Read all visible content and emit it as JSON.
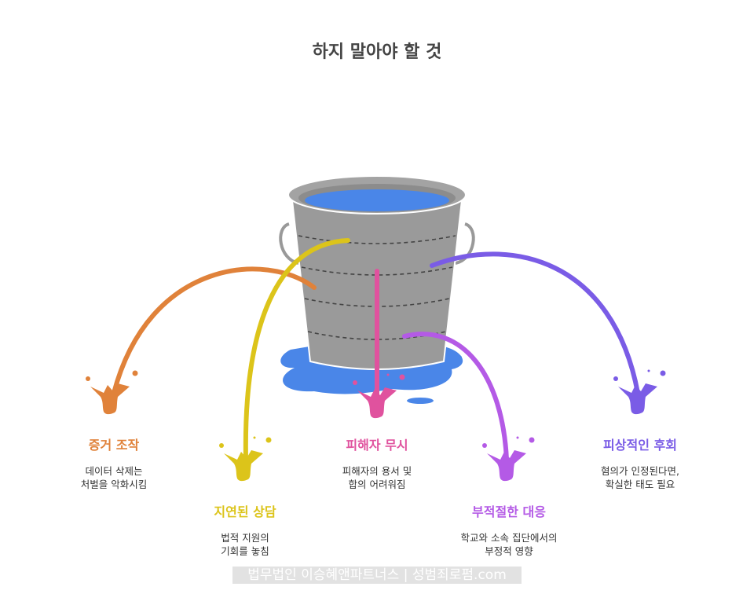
{
  "title": "하지 말아야 할 것",
  "items": [
    {
      "title": "증거 조작",
      "desc": "데이터 삭제는\n처벌을 악화시킴",
      "color": "#e0823a"
    },
    {
      "title": "지연된 상담",
      "desc": "법적 지원의\n기회를 놓침",
      "color": "#dcc41a"
    },
    {
      "title": "피해자 무시",
      "desc": "피해자의 용서 및\n합의 어려워짐",
      "color": "#e0529e"
    },
    {
      "title": "부적절한 대응",
      "desc": "학교와 소속 집단에서의\n부정적 영향",
      "color": "#b45ae6"
    },
    {
      "title": "피상적인 후회",
      "desc": "혐의가 인정된다면,\n확실한 태도 필요",
      "color": "#7a5ce6"
    }
  ],
  "watermark": "법무법인 이승혜앤파트너스 | 성범죄로펌.com"
}
